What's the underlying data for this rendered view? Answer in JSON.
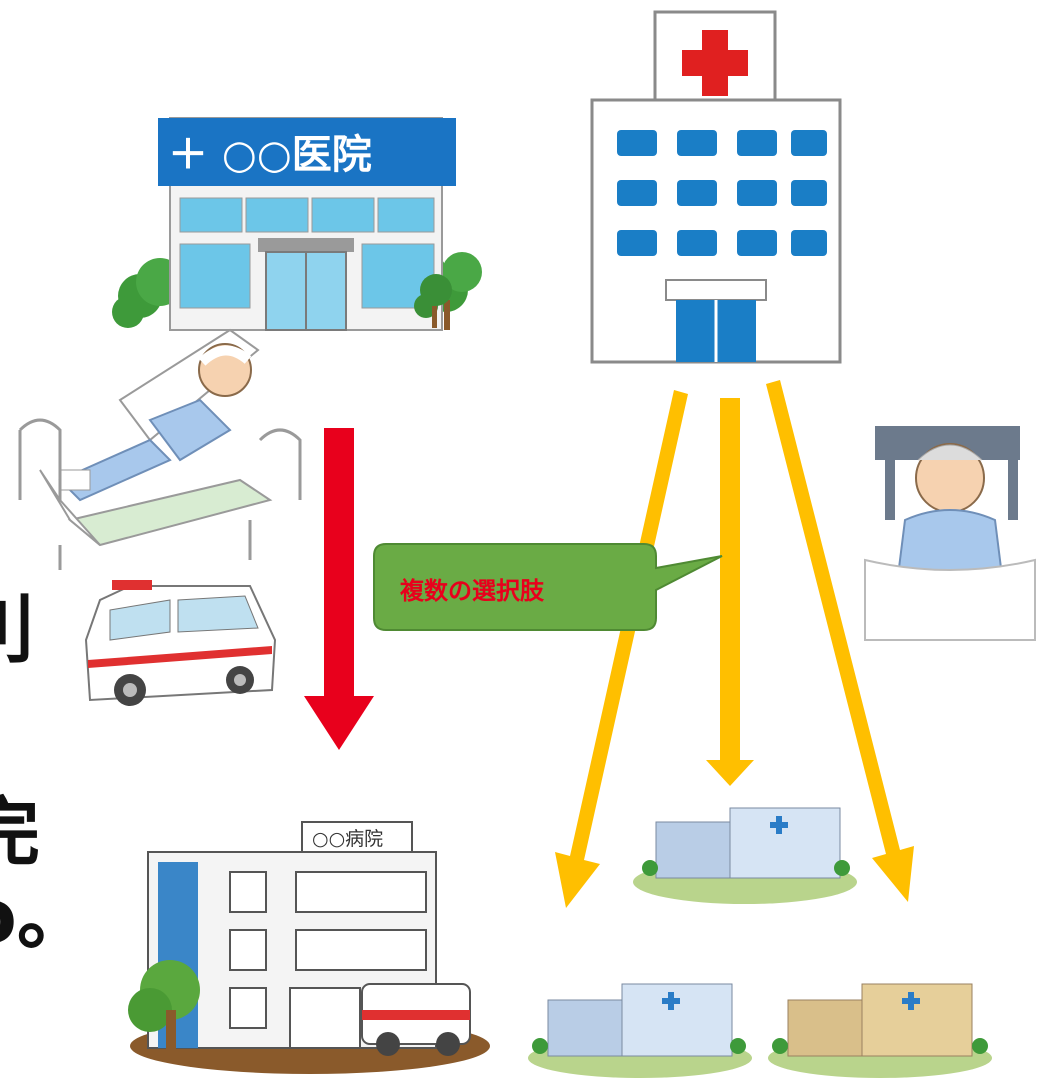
{
  "clinic": {
    "sign": "＋ ○○医院"
  },
  "hospital_left": {
    "sign": "○○病院"
  },
  "callout": {
    "text": "複数の選択肢"
  },
  "left_edge_text": {
    "line1": "刂",
    "line2": "完",
    "line3": "ò。"
  },
  "colors": {
    "red_arrow": "#e8001c",
    "yellow_arrow": "#ffbf00",
    "callout_fill": "#6aab45",
    "callout_text": "#e8001c"
  }
}
